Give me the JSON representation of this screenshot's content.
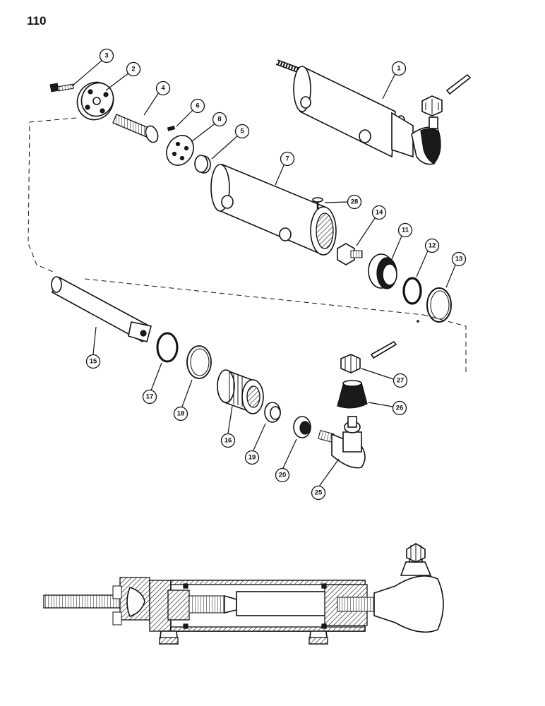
{
  "page": {
    "number": "110"
  },
  "callouts": {
    "c1": "1",
    "c2": "2",
    "c3": "3",
    "c4": "4",
    "c5": "5",
    "c6": "6",
    "c7": "7",
    "c8": "8",
    "c11": "11",
    "c12": "12",
    "c13": "13",
    "c14": "14",
    "c15": "15",
    "c16": "16",
    "c17": "17",
    "c18": "18",
    "c19": "19",
    "c20": "20",
    "c25": "25",
    "c26": "26",
    "c27": "27",
    "c28": "28"
  }
}
